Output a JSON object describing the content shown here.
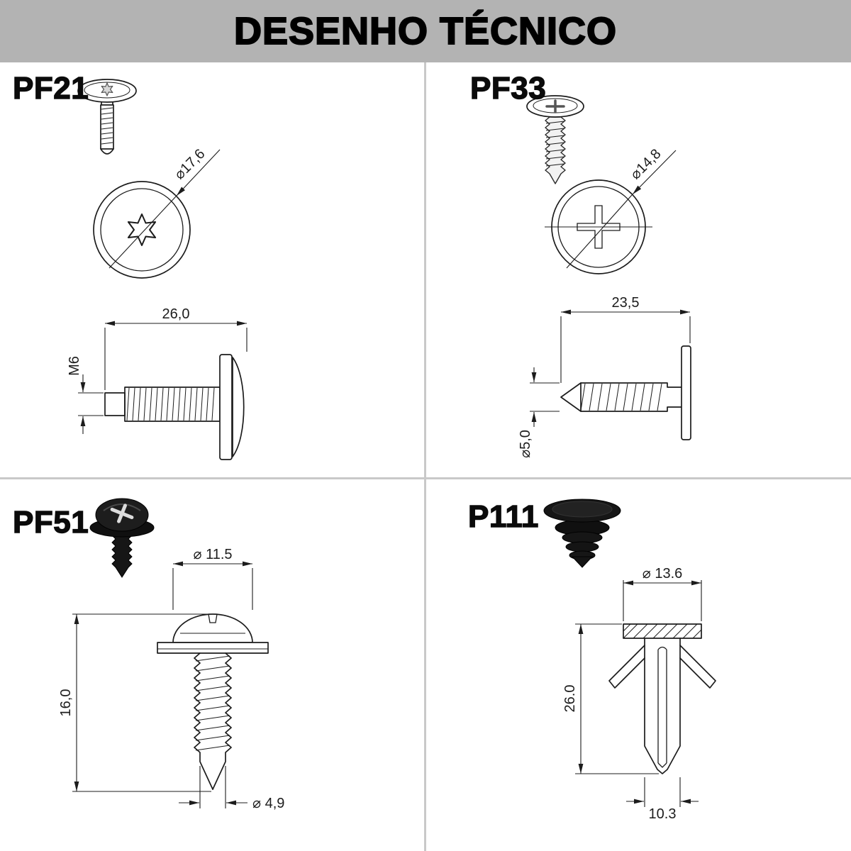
{
  "header": {
    "title": "DESENHO TÉCNICO"
  },
  "colors": {
    "header_bg": "#b3b3b3",
    "divider": "#c9c9c9",
    "ink": "#1c1c1c"
  },
  "parts": [
    {
      "label": "PF21",
      "dims": {
        "head_diameter": "⌀17,6",
        "length": "26,0",
        "thread": "M6"
      }
    },
    {
      "label": "PF33",
      "dims": {
        "head_diameter": "⌀14,8",
        "length": "23,5",
        "shank_diameter": "⌀5,0"
      }
    },
    {
      "label": "PF51",
      "dims": {
        "head_diameter": "⌀ 11.5",
        "length": "16,0",
        "thread_diameter": "⌀ 4,9"
      }
    },
    {
      "label": "P111",
      "dims": {
        "head_diameter": "⌀ 13.6",
        "length": "26.0",
        "base_width": "10.3"
      }
    }
  ]
}
